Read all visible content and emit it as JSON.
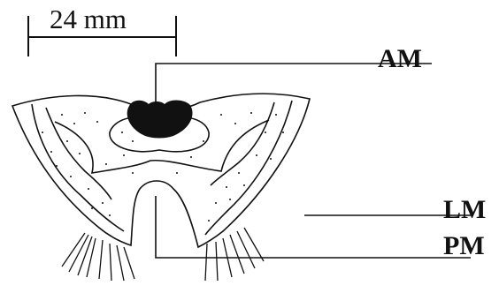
{
  "scale_bar": {
    "label": "24 mm"
  },
  "labels": {
    "am": "AM",
    "lm": "LM",
    "pm": "PM"
  },
  "colors": {
    "ink": "#111111",
    "paper": "#ffffff"
  }
}
